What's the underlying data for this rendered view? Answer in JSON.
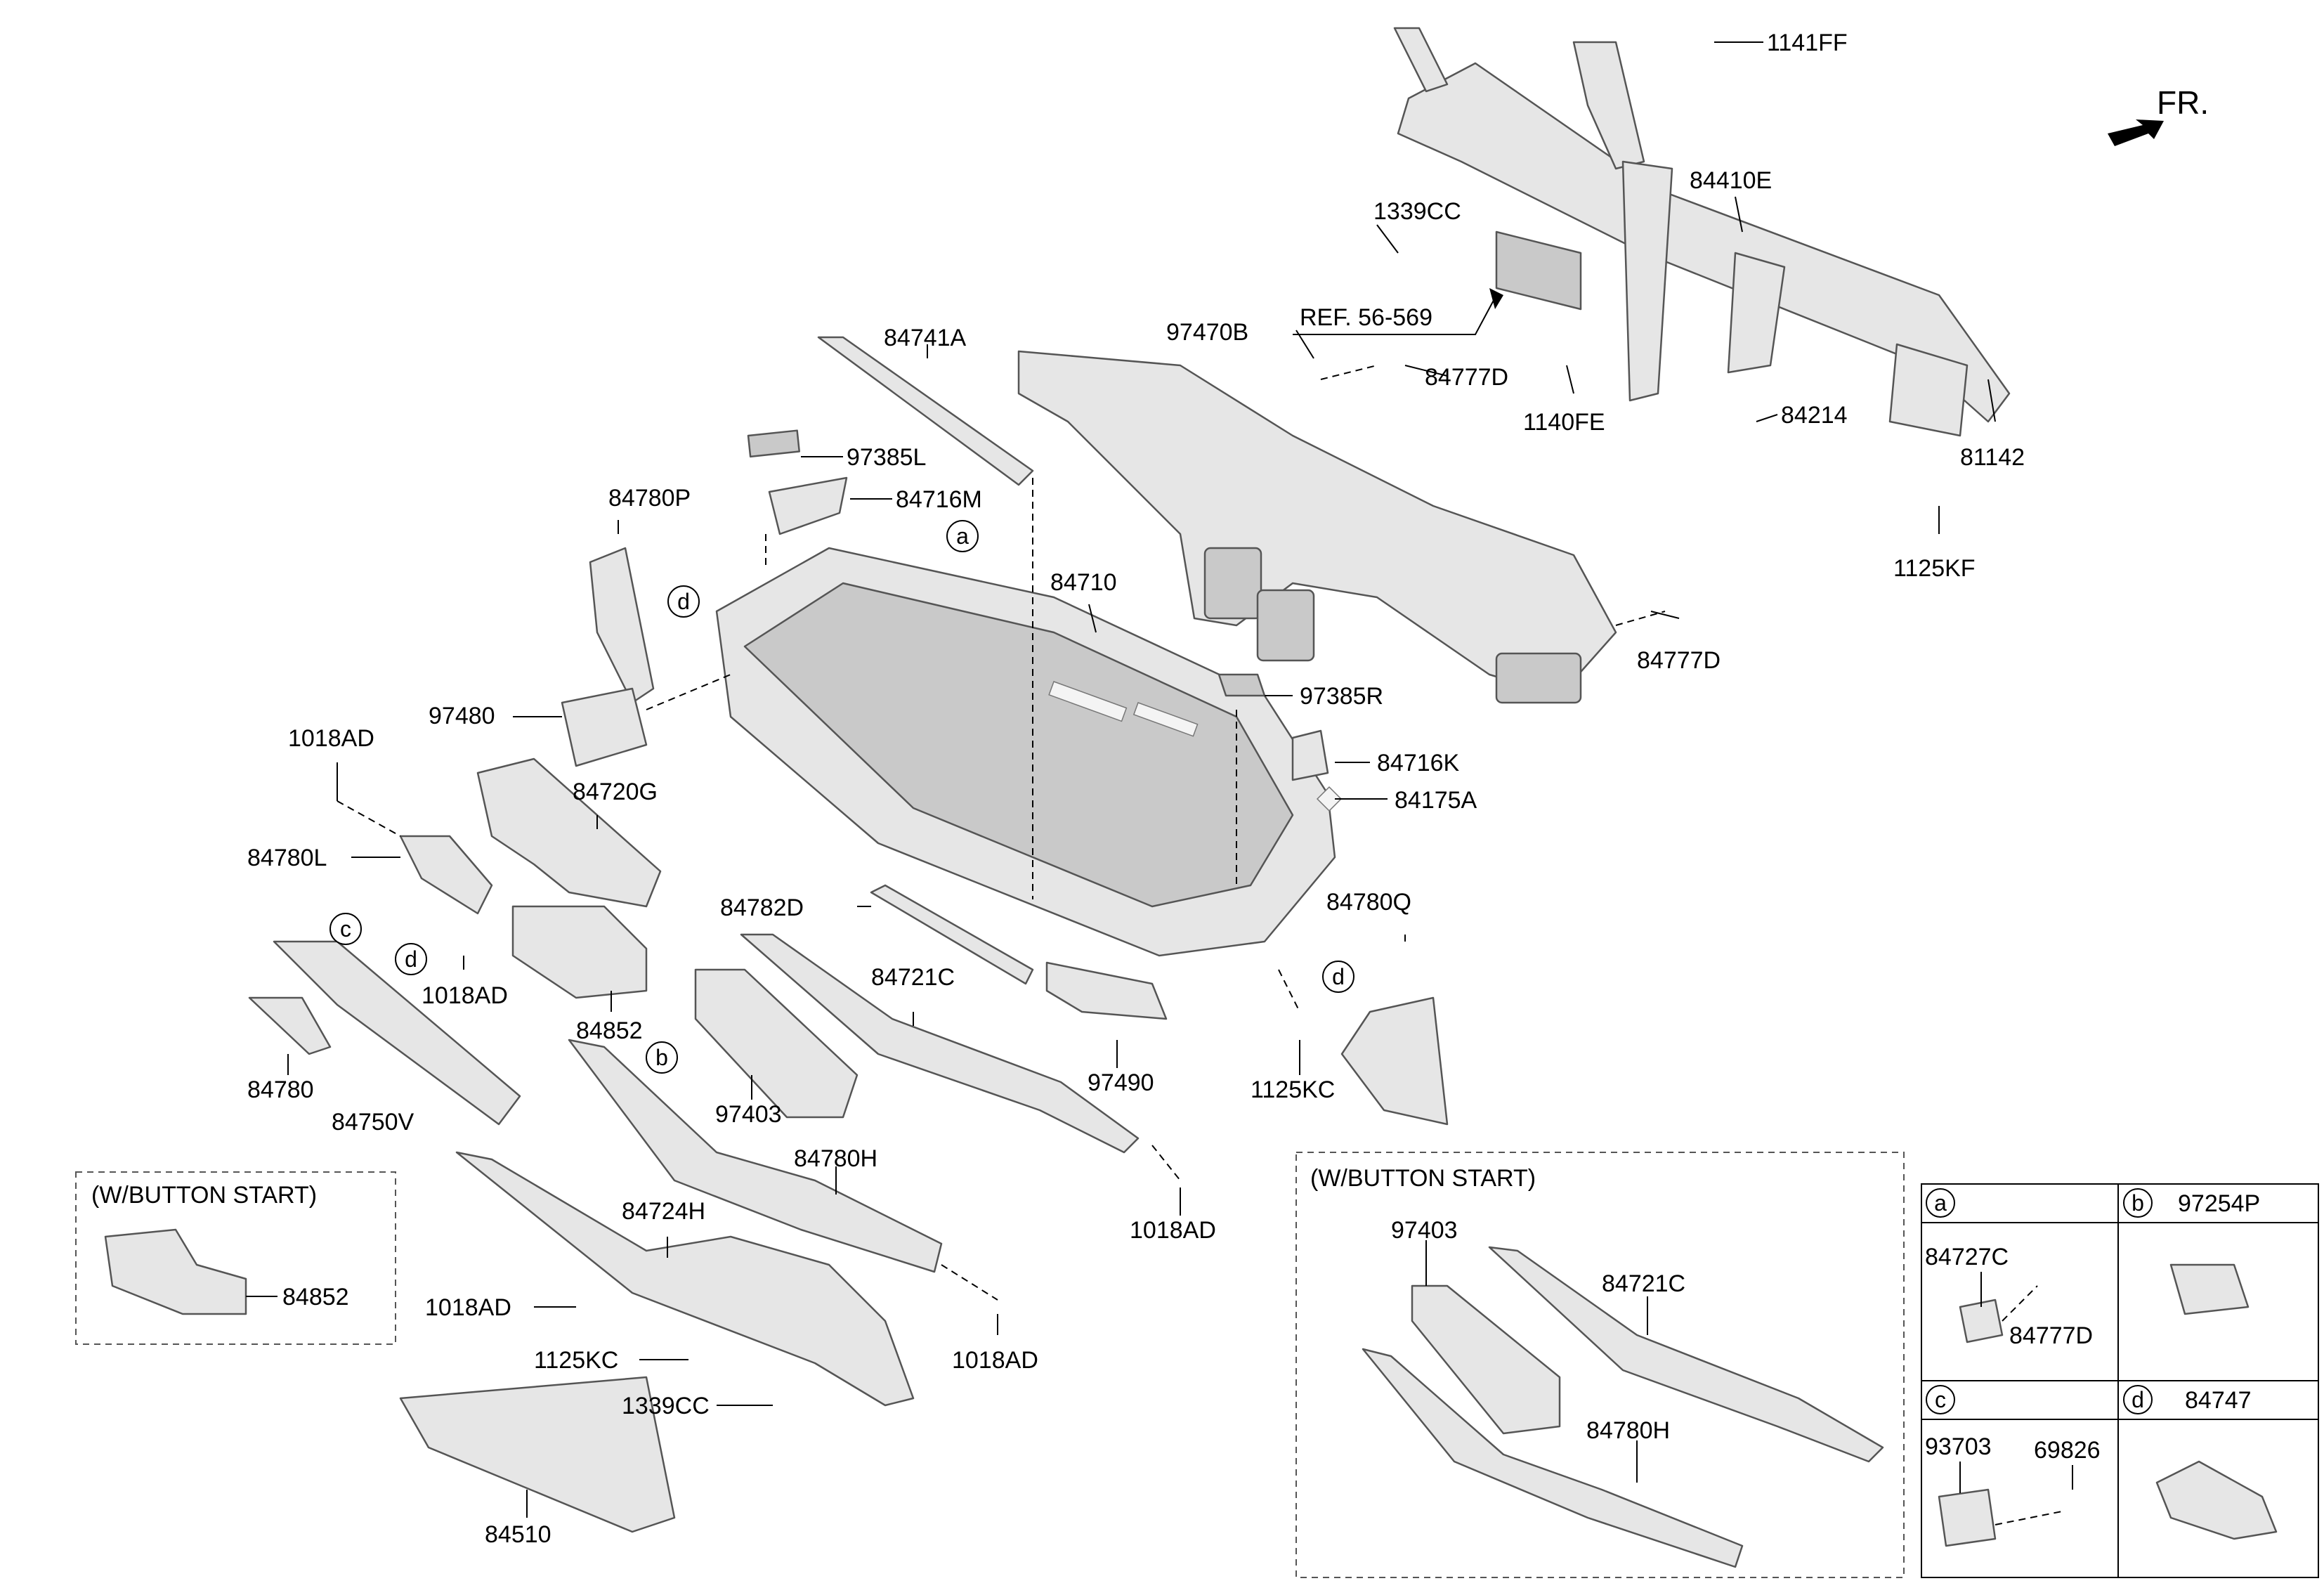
{
  "direction_label": "FR.",
  "reference_label": "REF. 56-569",
  "option_box_label": "(W/BUTTON START)",
  "part_labels": {
    "p1141FF": "1141FF",
    "p84410E": "84410E",
    "p1339CC_top": "1339CC",
    "p97470B": "97470B",
    "p84777D_a": "84777D",
    "p1140FE": "1140FE",
    "p84214": "84214",
    "p81142": "81142",
    "p1125KF": "1125KF",
    "p84777D_b": "84777D",
    "p84741A": "84741A",
    "p97385L": "97385L",
    "p84716M": "84716M",
    "p84780P": "84780P",
    "p84710": "84710",
    "p97480": "97480",
    "p97385R": "97385R",
    "p1018AD_a": "1018AD",
    "p84716K": "84716K",
    "p84175A": "84175A",
    "p84720G": "84720G",
    "p84780L": "84780L",
    "p84780Q": "84780Q",
    "p84782D": "84782D",
    "p1018AD_b": "1018AD",
    "p84721C": "84721C",
    "p84852": "84852",
    "p84780": "84780",
    "p97403": "97403",
    "p97490": "97490",
    "p1125KC_a": "1125KC",
    "p84750V": "84750V",
    "p84780H": "84780H",
    "p1018AD_c": "1018AD",
    "p84724H": "84724H",
    "p1018AD_d": "1018AD",
    "p1018AD_e": "1018AD",
    "p1125KC_b": "1125KC",
    "p1339CC_bottom": "1339CC",
    "p84510": "84510"
  },
  "callouts": {
    "a": "a",
    "b": "b",
    "c": "c",
    "d": "d"
  },
  "left_option_box": {
    "title": "(W/BUTTON START)",
    "part": "84852"
  },
  "right_option_box": {
    "title": "(W/BUTTON START)",
    "parts": [
      "97403",
      "84721C",
      "84780H"
    ]
  },
  "detail_table": {
    "cell_a": {
      "letter": "a",
      "parts": [
        "84727C",
        "84777D"
      ]
    },
    "cell_b": {
      "letter": "b",
      "part": "97254P"
    },
    "cell_c": {
      "letter": "c",
      "parts": [
        "93703",
        "69826"
      ]
    },
    "cell_d": {
      "letter": "d",
      "part": "84747"
    }
  }
}
